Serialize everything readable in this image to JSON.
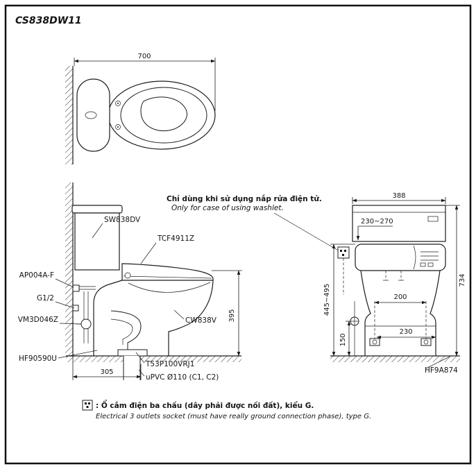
{
  "title": "CS838DW11",
  "top_view": {
    "dim_width": "700"
  },
  "side_view": {
    "note_vi": "Chỉ dùng khi sử dụng nắp rửa điện tử.",
    "note_en": "Only for case of using washlet.",
    "labels": {
      "tank": "SW838DV",
      "washlet": "TCF4911Z",
      "supply": "AP004A-F",
      "thread": "G1/2",
      "stop_valve": "VM3D046Z",
      "seal": "HF90590U",
      "bowl": "CW838V",
      "flange": "T53P100VRJ1",
      "drain_pipe": "uPVC Ø110 (C1, C2)"
    },
    "dims": {
      "seat_height": "395",
      "rough_in": "305"
    }
  },
  "front_view": {
    "dims": {
      "width": "388",
      "supply_range": "230~270",
      "total_height": "734",
      "height_range": "445~495",
      "inlet_height": "150",
      "bolt_spacing": "200",
      "base_width": "230"
    },
    "labels": {
      "floor_seal": "HF9A874"
    }
  },
  "footnote": {
    "vi": ": Ổ cắm điện ba chấu (dây phải được nối đất), kiểu G.",
    "en": "Electrical 3 outlets socket (must have really ground connection phase), type G."
  }
}
